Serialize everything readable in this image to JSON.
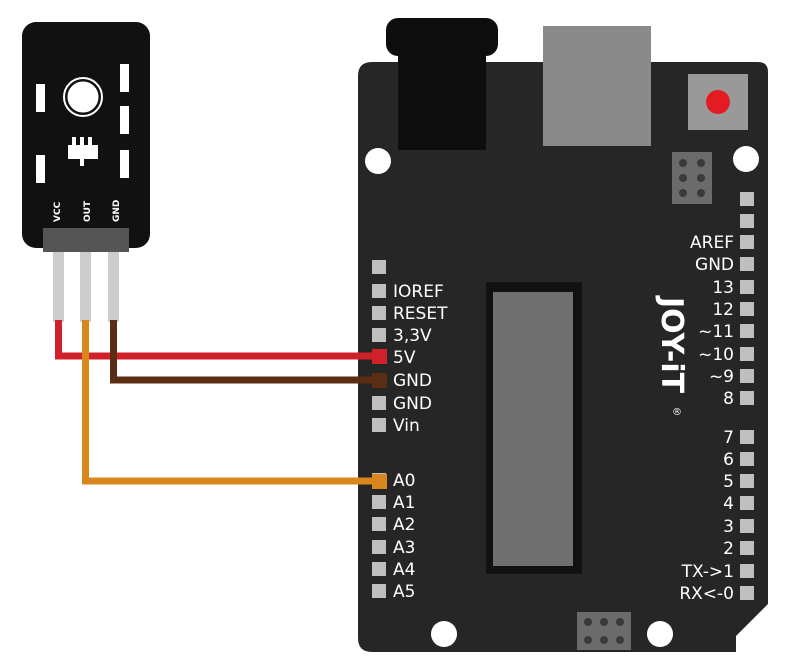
{
  "sensor": {
    "pin_labels": [
      "VCC",
      "OUT",
      "GND"
    ]
  },
  "board": {
    "brand_text": "JOY-iT",
    "registered_mark": "®",
    "power_header": [
      "IOREF",
      "RESET",
      "3,3V",
      "5V",
      "GND",
      "GND",
      "Vin"
    ],
    "analog_header": [
      "A0",
      "A1",
      "A2",
      "A3",
      "A4",
      "A5"
    ],
    "digital_header_top": [
      "AREF",
      "GND",
      "13",
      "12",
      "~11",
      "~10",
      "~9",
      "8"
    ],
    "digital_header_bottom": [
      "7",
      "6",
      "5",
      "4",
      "3",
      "2",
      "TX->1",
      "RX<-0"
    ]
  },
  "wires": [
    {
      "from": "VCC",
      "to": "5V",
      "color": "#d0202a"
    },
    {
      "from": "GND",
      "to": "GND",
      "color": "#5a2e14"
    },
    {
      "from": "OUT",
      "to": "A0",
      "color": "#d9871d"
    }
  ],
  "colors": {
    "board": "#262626",
    "header_pin": "#bfbfbf",
    "reset_button": "#e41b23",
    "usb": "#8a8a8a"
  }
}
